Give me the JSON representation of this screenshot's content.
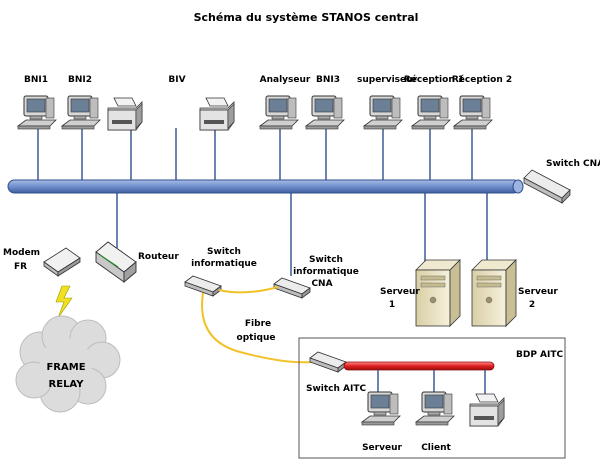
{
  "title": "Schéma du système STANOS central",
  "top_nodes": {
    "bni1": "BNI1",
    "bni2": "BNI2",
    "biv": "BIV",
    "analyseur": "Analyseur",
    "bni3": "BNI3",
    "superviseur": "superviseur",
    "reception1": "Réception 1",
    "reception2": "Réception 2"
  },
  "switch_cna": "Switch CNA",
  "modem": {
    "line1": "Modem",
    "line2": "FR"
  },
  "routeur": "Routeur",
  "frame_relay": {
    "line1": "FRAME",
    "line2": "RELAY"
  },
  "switch_info": {
    "line1": "Switch",
    "line2": "informatique"
  },
  "switch_info_cna": {
    "line1": "Switch",
    "line2": "informatique",
    "line3": "CNA"
  },
  "fibre": {
    "line1": "Fibre",
    "line2": "optique"
  },
  "serveur1": {
    "line1": "Serveur",
    "line2": "1"
  },
  "serveur2": {
    "line1": "Serveur",
    "line2": "2"
  },
  "bdp": {
    "title": "BDP AITC",
    "switch": "Switch AITC",
    "serveur": "Serveur",
    "client": "Client"
  },
  "colors": {
    "backbone": "#6f8fcd",
    "bdp_bus": "#e02020",
    "fibre": "#f2c228",
    "lightning": "#f0e020"
  }
}
